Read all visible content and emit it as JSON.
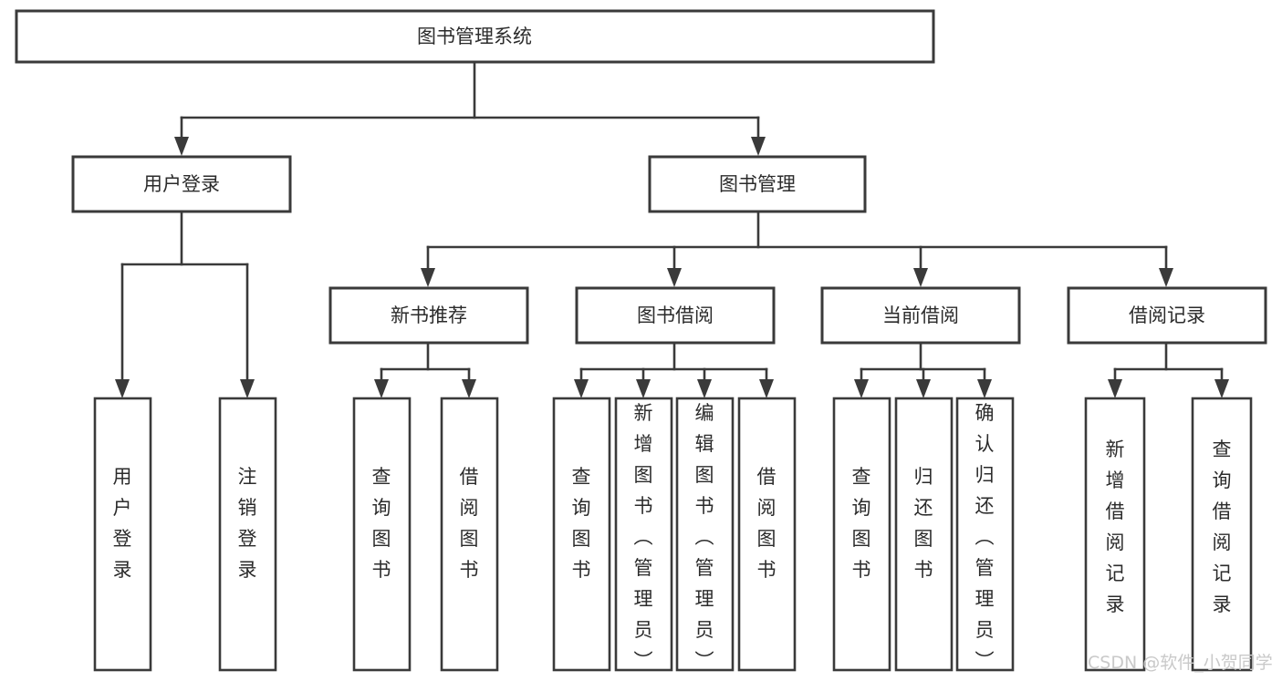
{
  "diagram": {
    "title": "图书管理系统",
    "type": "tree-hierarchy-chart",
    "root": {
      "label": "图书管理系统",
      "orientation": "horizontal"
    },
    "level2": [
      {
        "label": "用户登录",
        "orientation": "horizontal"
      },
      {
        "label": "图书管理",
        "orientation": "horizontal"
      }
    ],
    "level3": [
      {
        "label": "新书推荐",
        "orientation": "horizontal"
      },
      {
        "label": "图书借阅",
        "orientation": "horizontal"
      },
      {
        "label": "当前借阅",
        "orientation": "horizontal"
      },
      {
        "label": "借阅记录",
        "orientation": "horizontal"
      }
    ],
    "leaves_user_login": [
      {
        "label": "用户登录",
        "orientation": "vertical"
      },
      {
        "label": "注销登录",
        "orientation": "vertical"
      }
    ],
    "leaves_new_book": [
      {
        "label": "查询图书",
        "orientation": "vertical"
      },
      {
        "label": "借阅图书",
        "orientation": "vertical"
      }
    ],
    "leaves_borrow": [
      {
        "label": "查询图书",
        "orientation": "vertical"
      },
      {
        "label": "新增图书（管理员）",
        "orientation": "vertical"
      },
      {
        "label": "编辑图书（管理员）",
        "orientation": "vertical"
      },
      {
        "label": "借阅图书",
        "orientation": "vertical"
      }
    ],
    "leaves_current": [
      {
        "label": "查询图书",
        "orientation": "vertical"
      },
      {
        "label": "归还图书",
        "orientation": "vertical"
      },
      {
        "label": "确认归还（管理员）",
        "orientation": "vertical"
      }
    ],
    "leaves_record": [
      {
        "label": "新增借阅记录",
        "orientation": "vertical"
      },
      {
        "label": "查询借阅记录",
        "orientation": "vertical"
      }
    ],
    "watermark": "CSDN @软件_小贺同学",
    "colors": {
      "background": "#ffffff",
      "box_stroke": "#3a3a3a",
      "box_fill": "#ffffff",
      "text": "#2b2b2b",
      "connector": "#3a3a3a",
      "watermark": "#c9c9c9"
    }
  }
}
